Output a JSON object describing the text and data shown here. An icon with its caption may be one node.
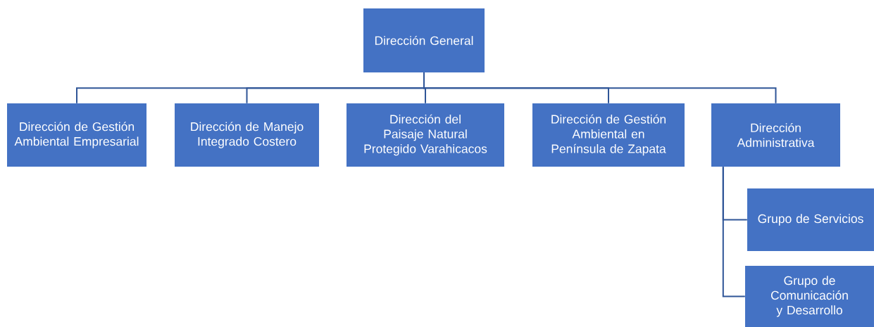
{
  "diagram": {
    "nodes": [
      {
        "text": [
          "Dirección General"
        ]
      },
      {
        "text": [
          "Dirección de Gestión Ambiental Empresarial"
        ]
      },
      {
        "text": [
          "Dirección de Manejo Integrado Costero"
        ]
      },
      {
        "text": [
          "Dirección del Paisaje Natural Protegido Varahicacos"
        ]
      },
      {
        "text": [
          "Dirección de Gestión Ambiental en Península de Zapata"
        ]
      },
      {
        "text": [
          "Dirección Administrativa"
        ]
      },
      {
        "text": [
          "Grupo de Servicios"
        ]
      },
      {
        "text": [
          "Grupo de Comunicación y Desarrollo"
        ]
      }
    ],
    "edges": [
      {
        "from": 0,
        "to": 1,
        "arrow": "none"
      },
      {
        "from": 0,
        "to": 2,
        "arrow": "none"
      },
      {
        "from": 0,
        "to": 3,
        "arrow": "none"
      },
      {
        "from": 0,
        "to": 4,
        "arrow": "none"
      },
      {
        "from": 0,
        "to": 5,
        "arrow": "none"
      },
      {
        "from": 5,
        "to": 6,
        "arrow": "none"
      },
      {
        "from": 5,
        "to": 7,
        "arrow": "none"
      }
    ]
  }
}
